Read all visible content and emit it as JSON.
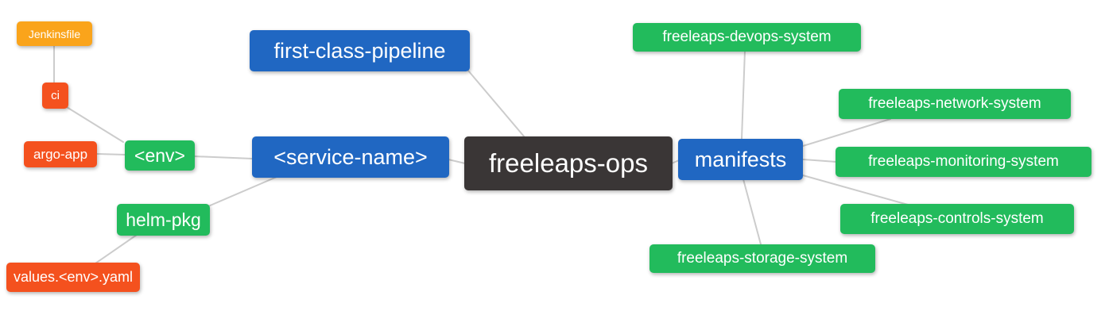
{
  "diagram": {
    "type": "mindmap",
    "root_label": "freeleaps-ops",
    "colors": {
      "background": "#FFFFFF",
      "root_bg": "#3A3636",
      "branch_bg": "#2067C2",
      "system_bg": "#22BB5C",
      "file_bg": "#F4511E",
      "jenkins_bg": "#FAA41B",
      "edge": "#CCCCCC",
      "text": "#FFFFFF"
    },
    "nodes": {
      "root": {
        "label": "freeleaps-ops",
        "level": 0,
        "color": "dark"
      },
      "first_class_pipeline": {
        "label": "first-class-pipeline",
        "level": 1,
        "color": "blue"
      },
      "service_name": {
        "label": "<service-name>",
        "level": 1,
        "color": "blue"
      },
      "manifests": {
        "label": "manifests",
        "level": 1,
        "color": "blue"
      },
      "env": {
        "label": "<env>",
        "level": 2,
        "color": "green"
      },
      "helm_pkg": {
        "label": "helm-pkg",
        "level": 2,
        "color": "green"
      },
      "ci": {
        "label": "ci",
        "level": 3,
        "color": "red"
      },
      "argo_app": {
        "label": "argo-app",
        "level": 3,
        "color": "red"
      },
      "values_env_yaml": {
        "label": "values.<env>.yaml",
        "level": 3,
        "color": "red"
      },
      "jenkinsfile": {
        "label": "Jenkinsfile",
        "level": 4,
        "color": "orange"
      },
      "devops_system": {
        "label": "freeleaps-devops-system",
        "level": 2,
        "color": "green"
      },
      "network_system": {
        "label": "freeleaps-network-system",
        "level": 2,
        "color": "green"
      },
      "monitoring_system": {
        "label": "freeleaps-monitoring-system",
        "level": 2,
        "color": "green"
      },
      "controls_system": {
        "label": "freeleaps-controls-system",
        "level": 2,
        "color": "green"
      },
      "storage_system": {
        "label": "freeleaps-storage-system",
        "level": 2,
        "color": "green"
      }
    },
    "edges": [
      {
        "from": "jenkinsfile",
        "to": "ci"
      },
      {
        "from": "ci",
        "to": "env"
      },
      {
        "from": "argo_app",
        "to": "env"
      },
      {
        "from": "env",
        "to": "service_name"
      },
      {
        "from": "service_name",
        "to": "helm_pkg"
      },
      {
        "from": "helm_pkg",
        "to": "values_env_yaml"
      },
      {
        "from": "first_class_pipeline",
        "to": "root"
      },
      {
        "from": "service_name",
        "to": "root"
      },
      {
        "from": "root",
        "to": "manifests"
      },
      {
        "from": "manifests",
        "to": "devops_system"
      },
      {
        "from": "manifests",
        "to": "network_system"
      },
      {
        "from": "manifests",
        "to": "monitoring_system"
      },
      {
        "from": "manifests",
        "to": "controls_system"
      },
      {
        "from": "manifests",
        "to": "storage_system"
      }
    ]
  }
}
